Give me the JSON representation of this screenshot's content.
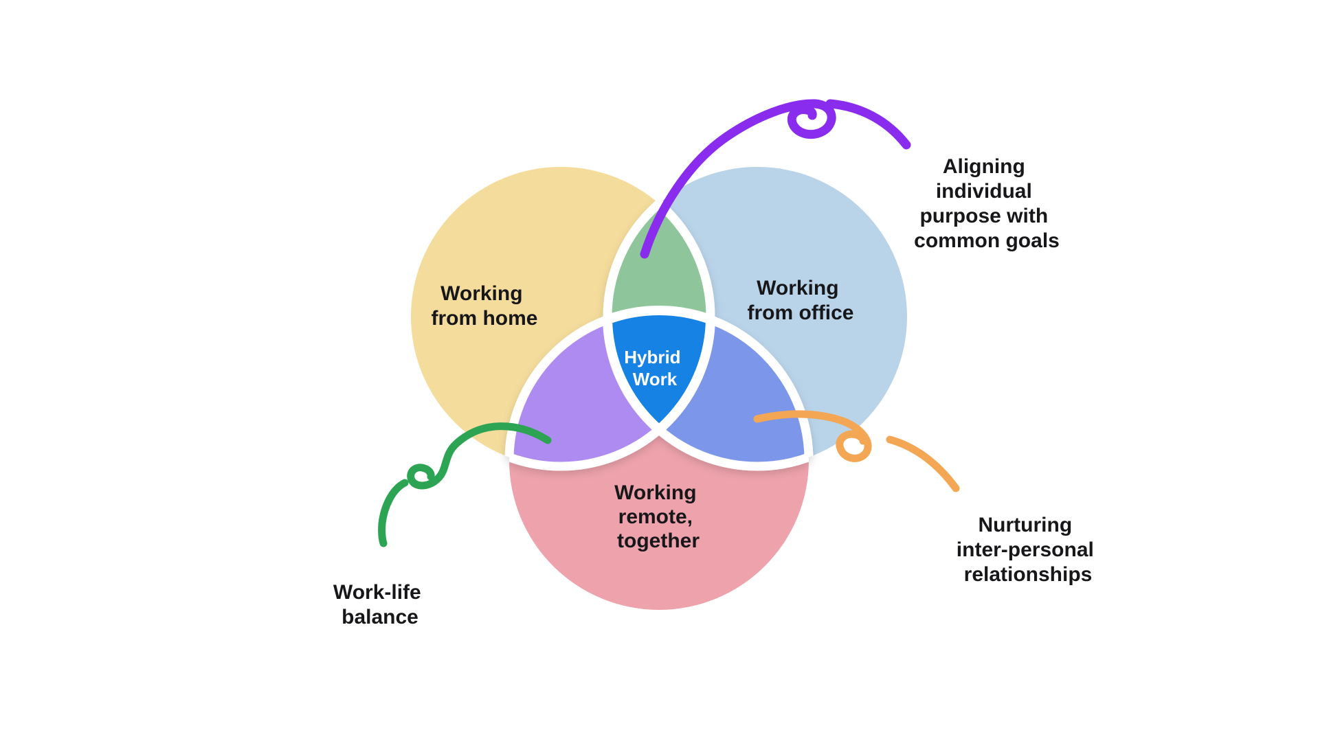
{
  "venn": {
    "border_color": "#FFFFFF",
    "text_color": "#17171A",
    "circles": [
      {
        "id": "working-from-home",
        "lines": [
          "Working",
          "from home"
        ],
        "color": "#F4DC9C"
      },
      {
        "id": "working-from-office",
        "lines": [
          "Working",
          "from office"
        ],
        "color": "#B9D3E9"
      },
      {
        "id": "working-remote-together",
        "lines": [
          "Working",
          "remote,",
          "together"
        ],
        "color": "#EEA3AC"
      }
    ],
    "overlaps": {
      "home_office": {
        "color": "#8FC59B"
      },
      "home_remote": {
        "color": "#AE8BF1"
      },
      "office_remote": {
        "color": "#7C96E9"
      },
      "center": {
        "lines": [
          "Hybrid",
          "Work"
        ],
        "color": "#1982E4",
        "text_color": "#FFFFFF"
      }
    }
  },
  "annotations": [
    {
      "id": "aligning-purpose",
      "lines": [
        "Aligning",
        "individual",
        "purpose with",
        "common goals"
      ],
      "arrow_color": "#8A2CEE"
    },
    {
      "id": "nurturing-relationships",
      "lines": [
        "Nurturing",
        "inter-personal",
        "relationships"
      ],
      "arrow_color": "#F3A653"
    },
    {
      "id": "work-life-balance",
      "lines": [
        "Work-life",
        "balance"
      ],
      "arrow_color": "#2CA453"
    }
  ]
}
